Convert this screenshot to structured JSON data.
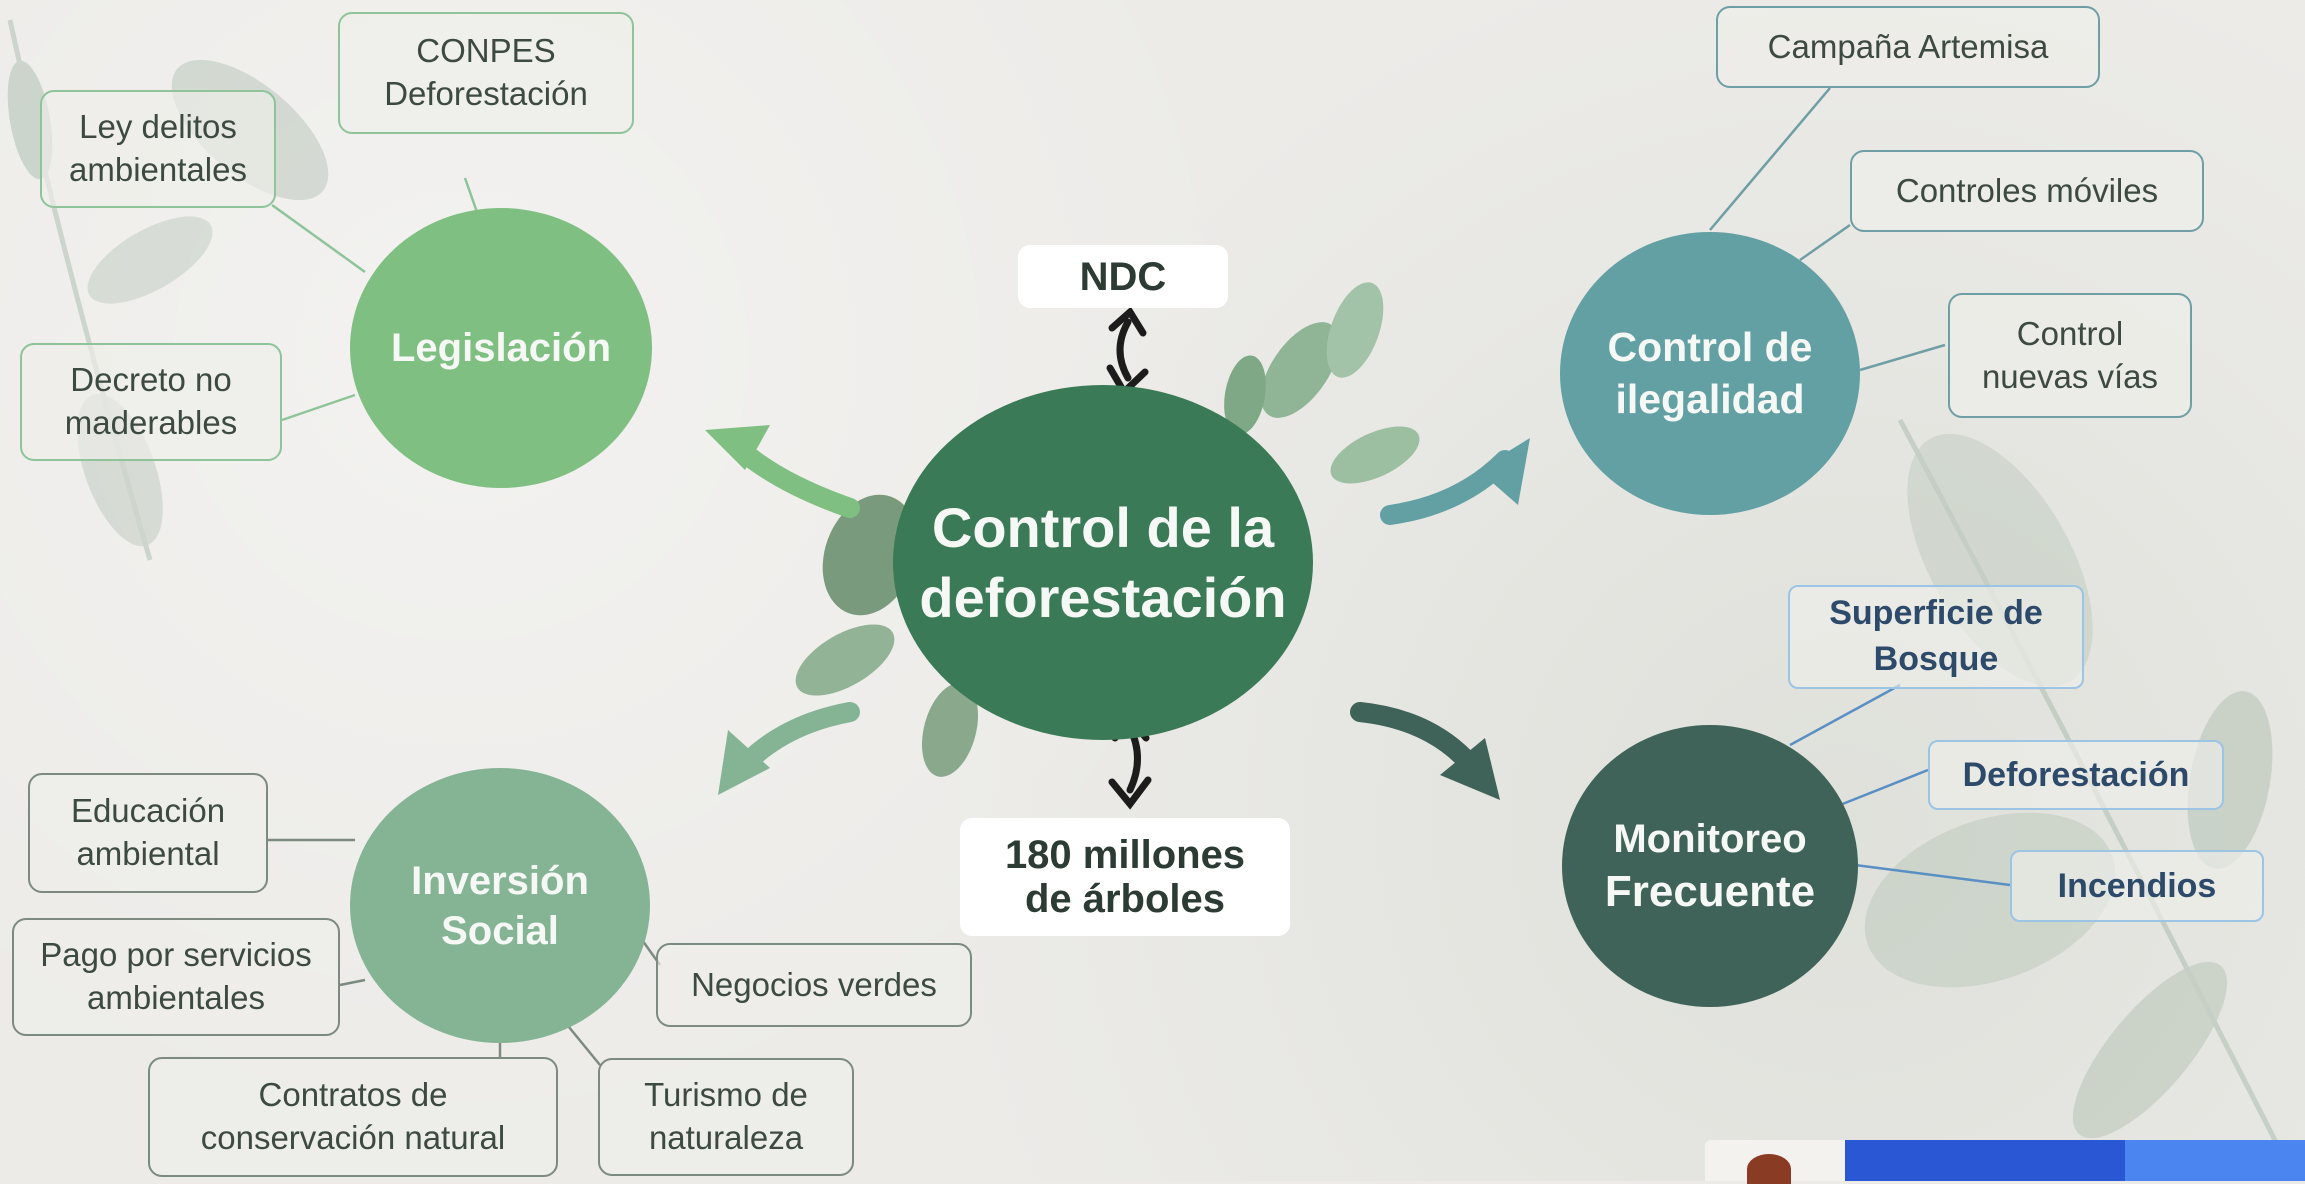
{
  "center": {
    "line1": "Control de la",
    "line2": "deforestación"
  },
  "top_label": "NDC",
  "bottom_label": {
    "line1": "180 millones",
    "line2": "de árboles"
  },
  "legislacion": {
    "title": "Legislación",
    "items": [
      {
        "line1": "CONPES",
        "line2": "Deforestación"
      },
      {
        "line1": "Ley delitos",
        "line2": "ambientales"
      },
      {
        "line1": "Decreto no",
        "line2": "maderables"
      }
    ]
  },
  "ilegalidad": {
    "title_line1": "Control de",
    "title_line2": "ilegalidad",
    "items": [
      {
        "line1": "Campaña Artemisa",
        "line2": ""
      },
      {
        "line1": "Controles móviles",
        "line2": ""
      },
      {
        "line1": "Control",
        "line2": "nuevas vías"
      }
    ]
  },
  "inversion": {
    "title_line1": "Inversión",
    "title_line2": "Social",
    "items": [
      {
        "line1": "Educación",
        "line2": "ambiental"
      },
      {
        "line1": "Pago por servicios",
        "line2": "ambientales"
      },
      {
        "line1": "Contratos de",
        "line2": "conservación natural"
      },
      {
        "line1": "Turismo de",
        "line2": "naturaleza"
      },
      {
        "line1": "Negocios verdes",
        "line2": ""
      }
    ]
  },
  "monitoreo": {
    "title_line1": "Monitoreo",
    "title_line2": "Frecuente",
    "items": [
      {
        "line1": "Superficie de",
        "line2": "Bosque"
      },
      {
        "line1": "Deforestación",
        "line2": ""
      },
      {
        "line1": "Incendios",
        "line2": ""
      }
    ]
  },
  "colors": {
    "center": "#3a7a56",
    "legislacion": "#7fbf82",
    "ilegalidad": "#62a0a3",
    "inversion": "#85b495",
    "monitoreo": "#3f6259"
  }
}
